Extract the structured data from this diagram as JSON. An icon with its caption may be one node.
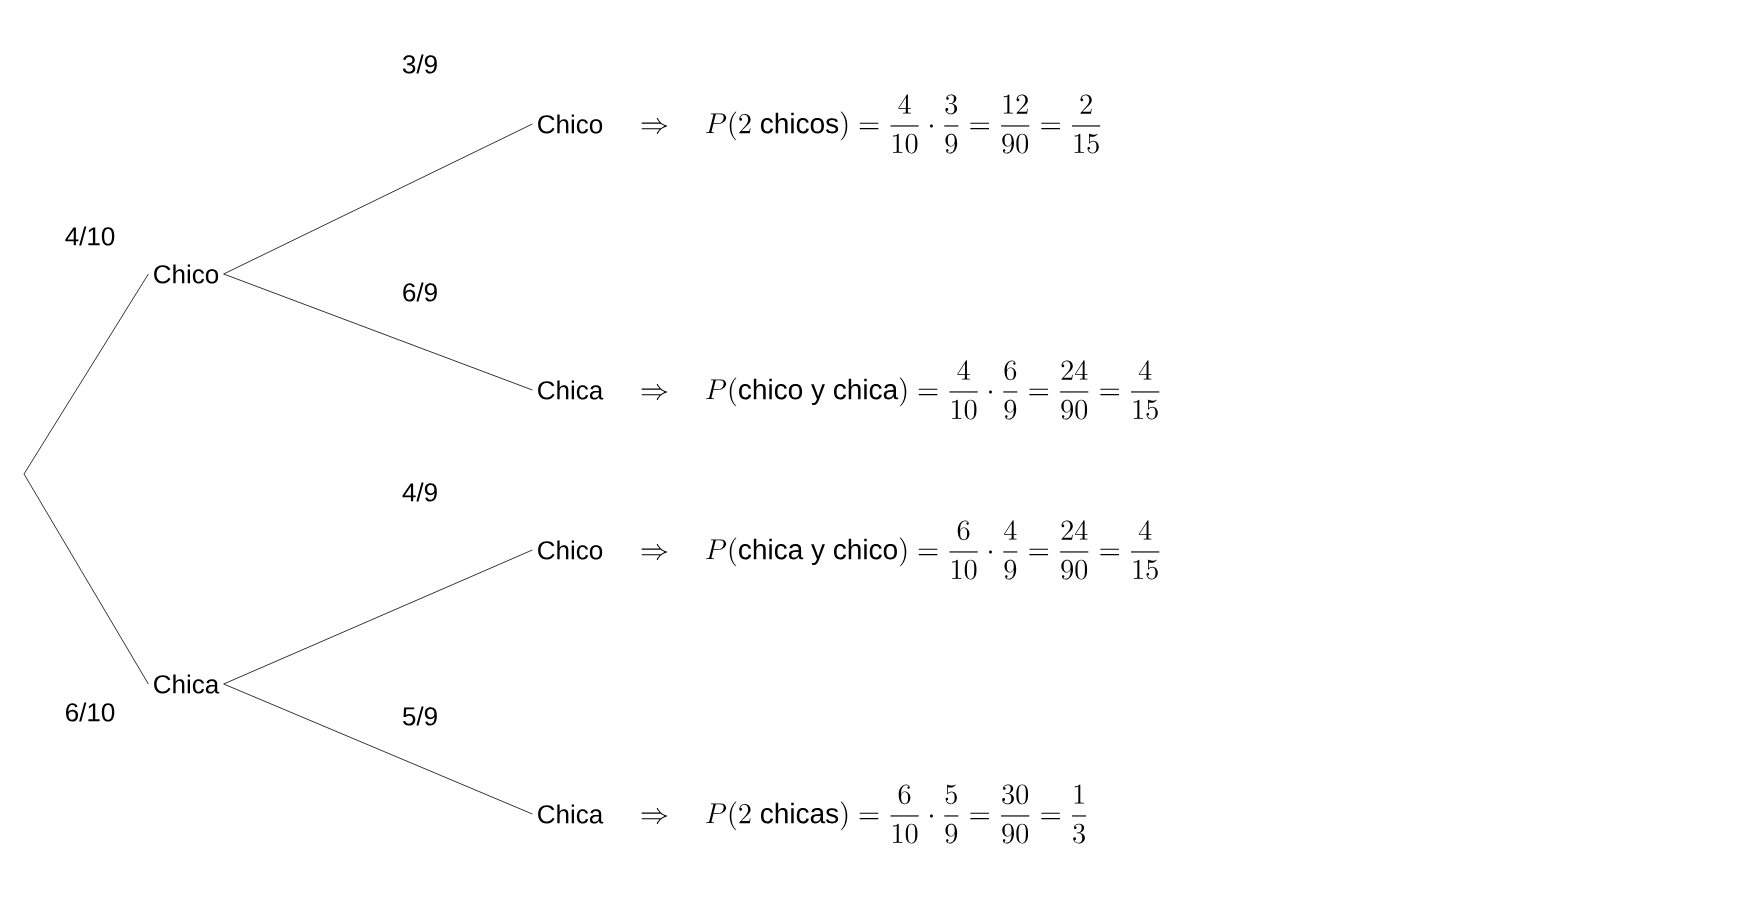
{
  "diagram": {
    "nodes": [
      {
        "text": [
          "Chico"
        ]
      },
      {
        "text": [
          "Chica"
        ]
      },
      {
        "text": [
          "Chico"
        ],
        "beside": [
          "\\Rightarrow\\quad P(2\\ \\mathrm{chicos})=\\frac{4}{10}\\cdot\\frac{3}{9}=\\frac{12}{90}=\\frac{2}{15}"
        ]
      },
      {
        "text": [
          "Chica"
        ],
        "beside": [
          "\\Rightarrow\\quad P(\\mathrm{chico\\ y\\ chica})=\\frac{4}{10}\\cdot\\frac{6}{9}=\\frac{24}{90}=\\frac{4}{15}"
        ]
      },
      {
        "text": [
          "Chico"
        ],
        "beside": [
          "\\Rightarrow\\quad P(\\mathrm{chica\\ y\\ chico})=\\frac{6}{10}\\cdot\\frac{4}{9}=\\frac{24}{90}=\\frac{4}{15}"
        ]
      },
      {
        "text": [
          "Chica"
        ],
        "beside": [
          "\\Rightarrow\\quad P(2\\ \\mathrm{chicas})=\\frac{6}{10}\\cdot\\frac{5}{9}=\\frac{30}{90}=\\frac{1}{3}"
        ]
      }
    ],
    "edges": [
      {
        "from": null,
        "to": 0,
        "arrow": "none",
        "label": "4/10"
      },
      {
        "from": null,
        "to": 1,
        "arrow": "none",
        "label": "6/10"
      },
      {
        "from": 0,
        "to": 2,
        "arrow": "none",
        "label": "3/9"
      },
      {
        "from": 0,
        "to": 3,
        "arrow": "none",
        "label": "6/9"
      },
      {
        "from": 1,
        "to": 4,
        "arrow": "none",
        "label": "4/9"
      },
      {
        "from": 1,
        "to": 5,
        "arrow": "none",
        "label": "5/9"
      }
    ]
  }
}
